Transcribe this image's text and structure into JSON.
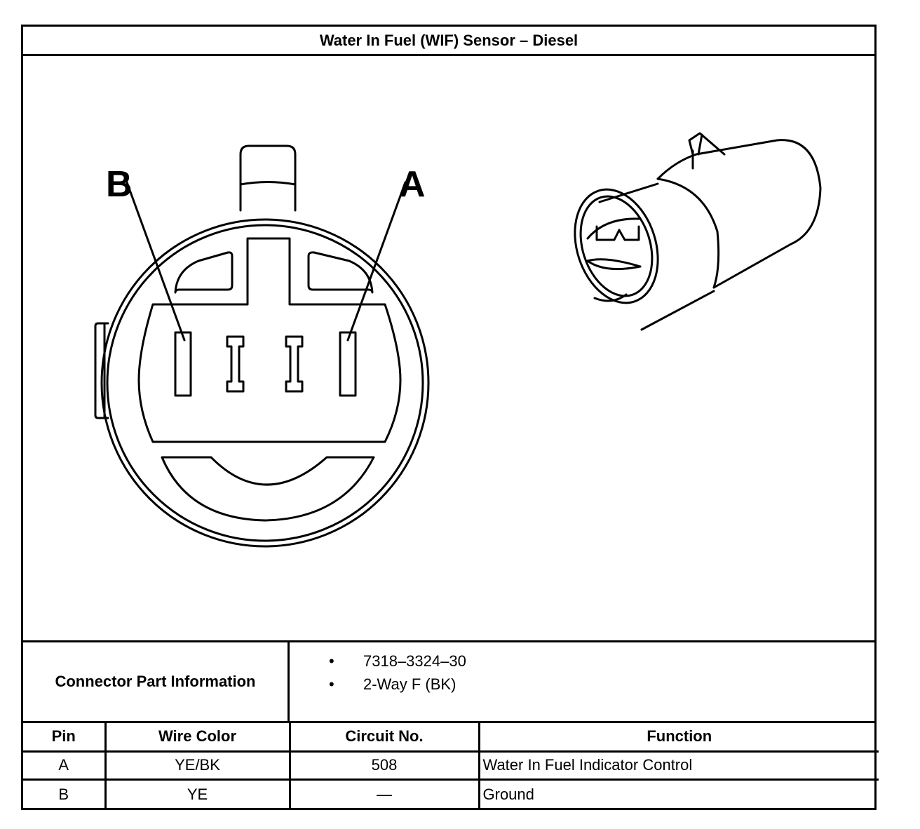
{
  "title": "Water In Fuel (WIF) Sensor – Diesel",
  "diagram": {
    "pin_label_b": "B",
    "pin_label_a": "A"
  },
  "connector_info": {
    "label": "Connector Part Information",
    "items": [
      "7318–3324–30",
      "2-Way F (BK)"
    ]
  },
  "pin_table": {
    "headers": [
      "Pin",
      "Wire Color",
      "Circuit No.",
      "Function"
    ],
    "rows": [
      {
        "pin": "A",
        "wire_color": "YE/BK",
        "circuit": "508",
        "function": "Water In Fuel Indicator Control"
      },
      {
        "pin": "B",
        "wire_color": "YE",
        "circuit": "—",
        "function": "Ground"
      }
    ]
  }
}
